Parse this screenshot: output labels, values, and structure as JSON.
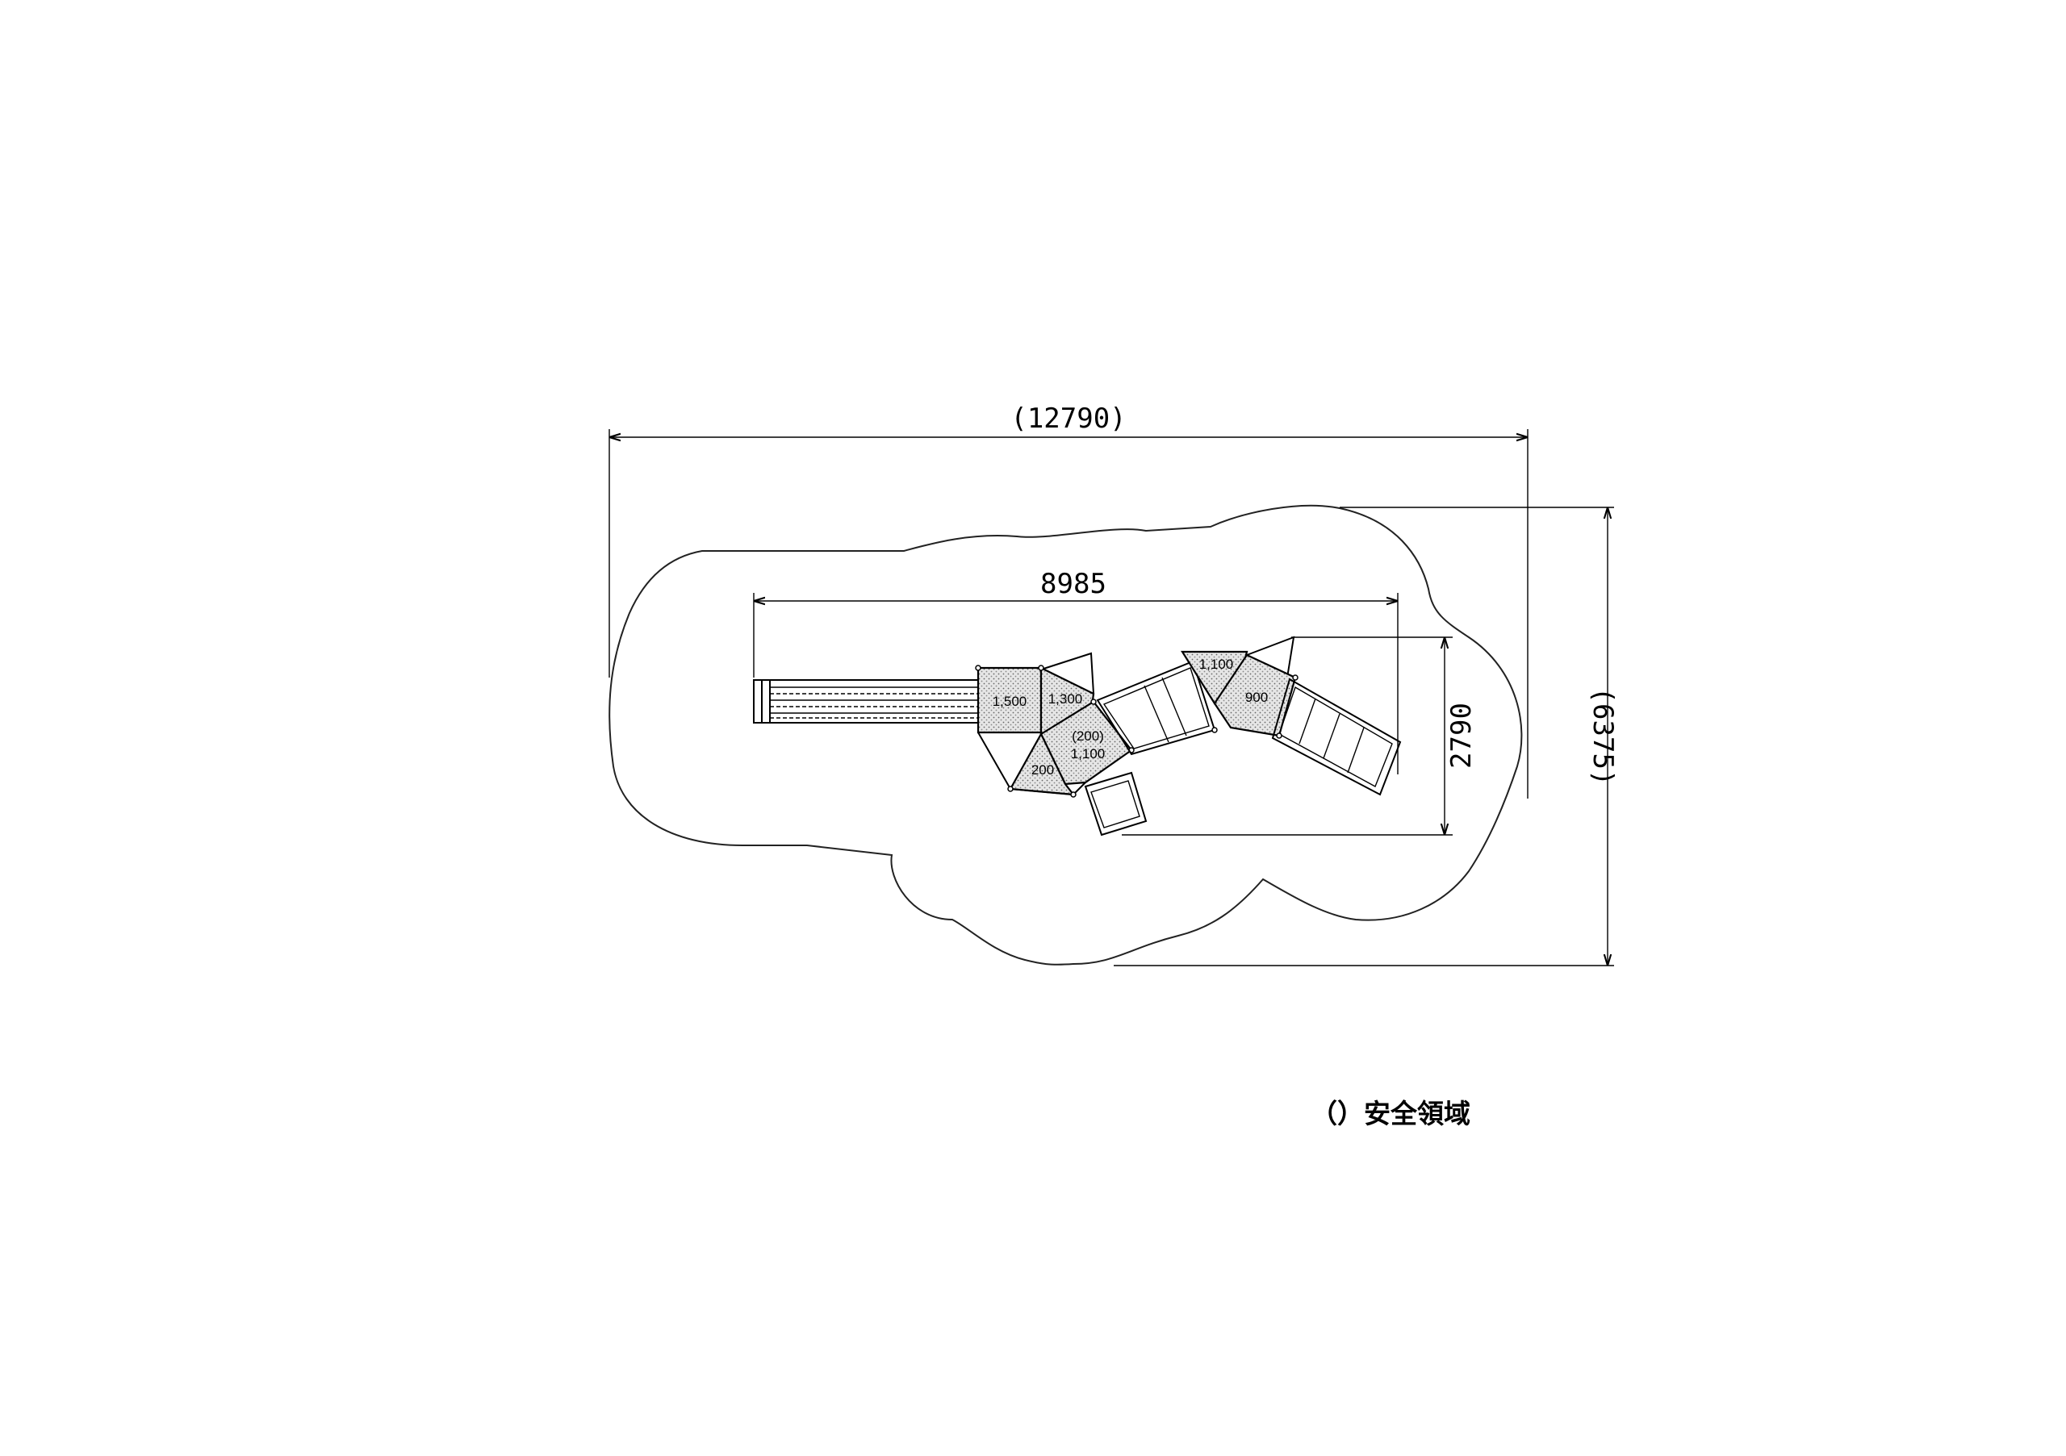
{
  "dimensions": {
    "overall_width": "(12790)",
    "equipment_width": "8985",
    "equipment_depth": "2790",
    "overall_depth": "(6375)"
  },
  "decks": {
    "d1": "1,500",
    "d2": "1,300",
    "d3_paren": "(200)",
    "d3": "1,100",
    "d4": "200",
    "d5": "1,100",
    "d6": "900"
  },
  "legend": {
    "text": "（）安全領域"
  }
}
